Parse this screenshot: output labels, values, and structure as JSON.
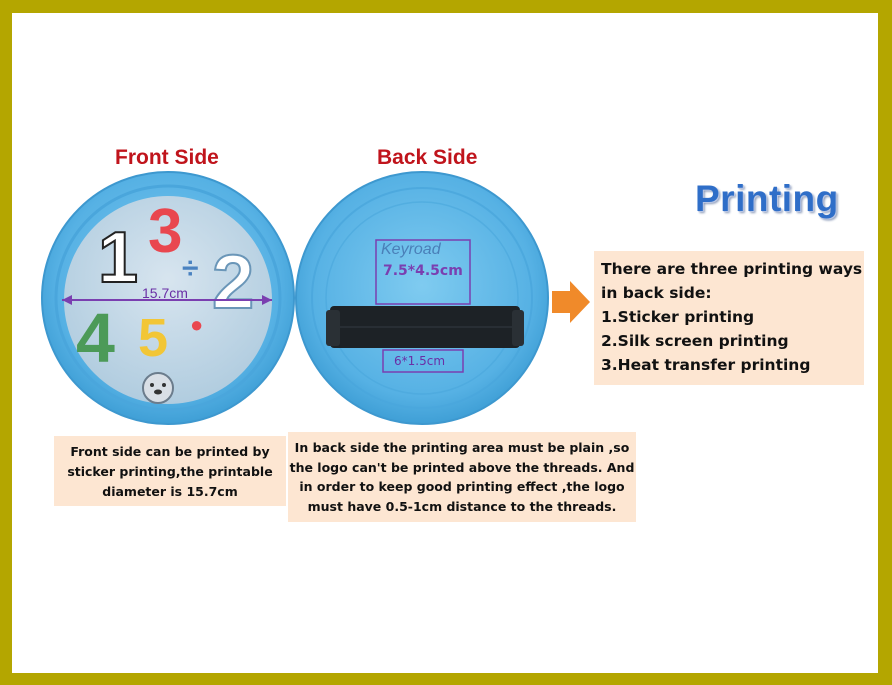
{
  "front": {
    "title": "Front Side",
    "diameter_label": "15.7cm",
    "note": [
      "Front side can be printed by",
      "sticker printing,the printable",
      "diameter is 15.7cm"
    ]
  },
  "back": {
    "title": "Back Side",
    "logo_text": "Keyroad",
    "logo_area_label": "7.5*4.5cm",
    "strap_area_label": "6*1.5cm",
    "note": [
      "In back side the printing area must be plain ,so",
      "the logo can't be printed above the threads. And",
      "in order to keep good printing effect ,the logo",
      "must have 0.5-1cm distance to the threads."
    ]
  },
  "printing": {
    "heading": "Printing",
    "lines": [
      "There are three printing ways",
      "in back side:",
      "1.Sticker printing",
      "2.Silk screen printing",
      "3.Heat transfer printing"
    ]
  },
  "colors": {
    "frame": "#b4a600",
    "title_red": "#c0141c",
    "heading_blue": "#2f6ec8",
    "disc_blue": "#5ab4e6",
    "note_bg": "#fde6d2",
    "arrow_orange": "#f08a2a",
    "measure_purple": "#7a3fb0"
  }
}
